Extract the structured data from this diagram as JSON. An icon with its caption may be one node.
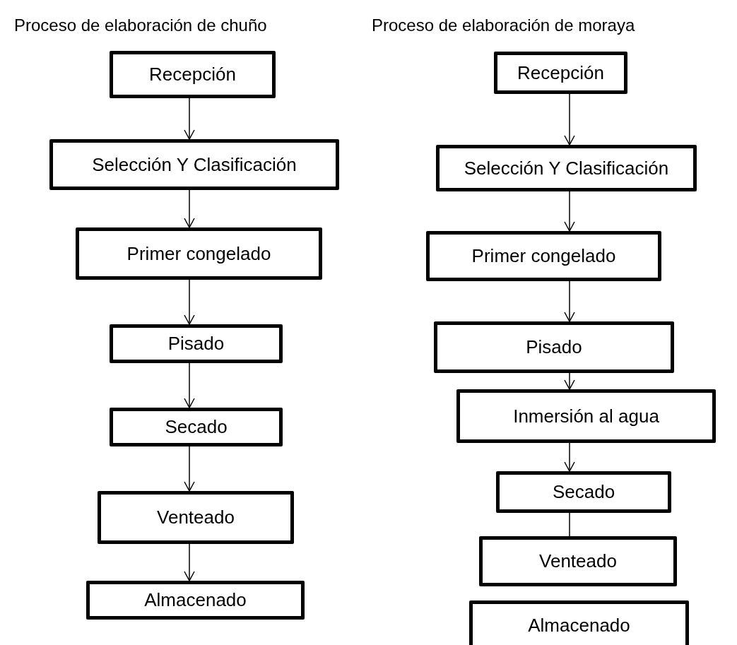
{
  "diagram": {
    "nodes": [
      {
        "text": [
          "Recepción"
        ]
      },
      {
        "text": [
          "Selección Y Clasificación"
        ]
      },
      {
        "text": [
          "Primer congelado"
        ]
      },
      {
        "text": [
          "Pisado"
        ]
      },
      {
        "text": [
          "Secado"
        ]
      },
      {
        "text": [
          "Venteado"
        ]
      },
      {
        "text": [
          "Almacenado"
        ]
      },
      {
        "text": [
          "Recepción"
        ]
      },
      {
        "text": [
          "Selección Y Clasificación"
        ]
      },
      {
        "text": [
          "Primer congelado"
        ]
      },
      {
        "text": [
          "Pisado"
        ]
      },
      {
        "text": [
          "Inmersión al agua"
        ]
      },
      {
        "text": [
          "Secado"
        ]
      },
      {
        "text": [
          "Venteado"
        ]
      },
      {
        "text": [
          "Almacenado"
        ]
      }
    ],
    "edges": [
      {
        "from": 0,
        "to": 1,
        "arrow": "to"
      },
      {
        "from": 1,
        "to": 2,
        "arrow": "to"
      },
      {
        "from": 2,
        "to": 3,
        "arrow": "to"
      },
      {
        "from": 3,
        "to": 4,
        "arrow": "to"
      },
      {
        "from": 4,
        "to": 5,
        "arrow": "to"
      },
      {
        "from": 5,
        "to": 6,
        "arrow": "to"
      },
      {
        "from": 7,
        "to": 8,
        "arrow": "to"
      },
      {
        "from": 8,
        "to": 9,
        "arrow": "to"
      },
      {
        "from": 9,
        "to": 10,
        "arrow": "to"
      },
      {
        "from": 10,
        "to": 11,
        "arrow": "to"
      },
      {
        "from": 11,
        "to": 12,
        "arrow": "to"
      },
      {
        "from": 12,
        "to": 13,
        "arrow": "none"
      }
    ],
    "labels": [
      "Proceso de elaboración de chuño",
      "Proceso de elaboración de moraya"
    ]
  }
}
